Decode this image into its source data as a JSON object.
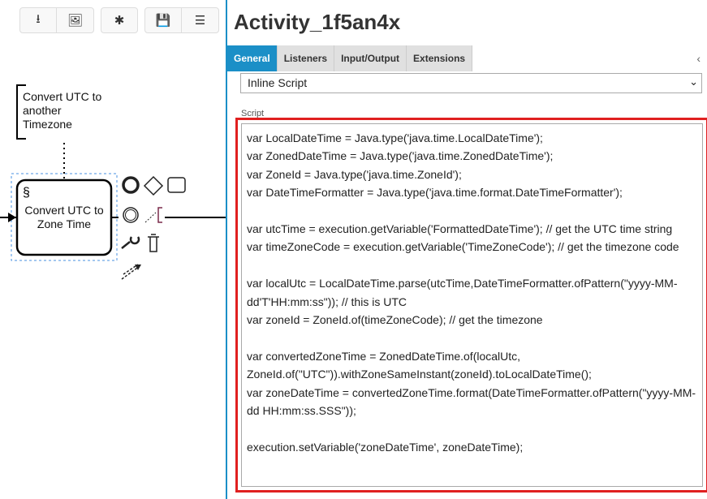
{
  "toolbar": {
    "icons": [
      "download-icon",
      "image-icon",
      "bug-icon",
      "save-icon",
      "list-icon"
    ]
  },
  "diagram": {
    "annotation": "Convert UTC to another Timezone",
    "task_label": "Convert UTC to Zone Time"
  },
  "panel": {
    "title": "Activity_1f5an4x",
    "tabs": [
      "General",
      "Listeners",
      "Input/Output",
      "Extensions"
    ],
    "active_tab": "General",
    "collapse": "‹",
    "script_format": "Inline Script",
    "script_label": "Script",
    "script": "var LocalDateTime = Java.type('java.time.LocalDateTime');\nvar ZonedDateTime = Java.type('java.time.ZonedDateTime');\nvar ZoneId = Java.type('java.time.ZoneId');\nvar DateTimeFormatter = Java.type('java.time.format.DateTimeFormatter');\n\nvar utcTime = execution.getVariable('FormattedDateTime'); // get the UTC time string\nvar timeZoneCode = execution.getVariable('TimeZoneCode'); // get the timezone code\n\nvar localUtc = LocalDateTime.parse(utcTime,DateTimeFormatter.ofPattern(\"yyyy-MM-dd'T'HH:mm:ss\")); // this is UTC\nvar zoneId = ZoneId.of(timeZoneCode); // get the timezone\n\nvar convertedZoneTime = ZonedDateTime.of(localUtc, ZoneId.of(\"UTC\")).withZoneSameInstant(zoneId).toLocalDateTime();\nvar zoneDateTime = convertedZoneTime.format(DateTimeFormatter.ofPattern(\"yyyy-MM-dd HH:mm:ss.SSS\"));\n\nexecution.setVariable('zoneDateTime', zoneDateTime);",
    "highlight_color": "#e02020",
    "accent_color": "#1b8fc7"
  }
}
